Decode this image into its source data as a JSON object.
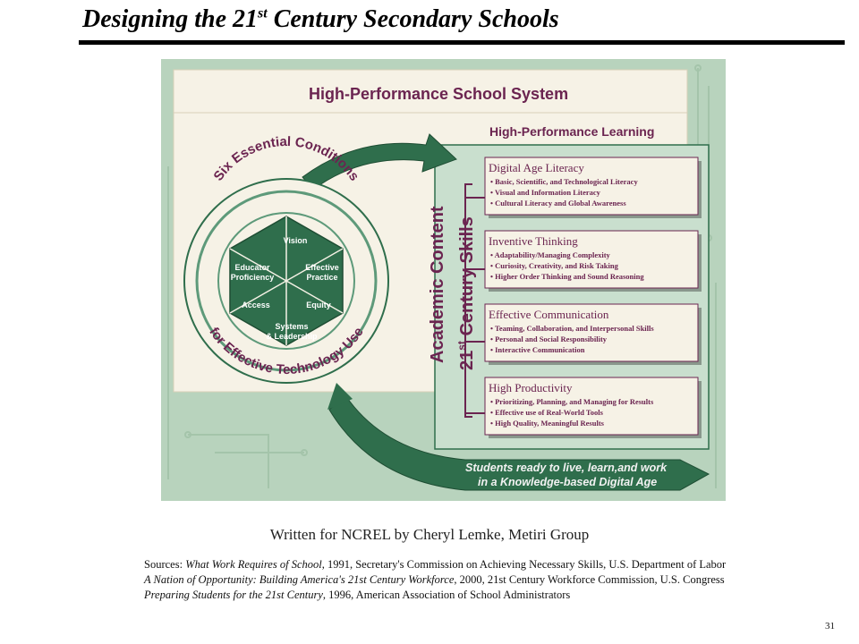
{
  "slide": {
    "title_main": "Designing the 21",
    "title_sup": "st",
    "title_rest": " Century Secondary Schools",
    "page_number": "31"
  },
  "diagram": {
    "system_title": "High-Performance School System",
    "learning_title": "High-Performance Learning",
    "ring_top": "Six Essential Conditions",
    "ring_bottom": "for Effective Technology Use",
    "hex": {
      "vision": "Vision",
      "practice_1": "Effective",
      "practice_2": "Practice",
      "equity": "Equity",
      "systems_1": "Systems",
      "systems_2": "& Leadership",
      "access": "Access",
      "educator_1": "Educator",
      "educator_2": "Proficiency"
    },
    "vertical_1": "Academic Content",
    "vertical_2_a": "21",
    "vertical_2_sup": "st",
    "vertical_2_b": " Century Skills",
    "skills": [
      {
        "title": "Digital Age Literacy",
        "items": [
          "• Basic, Scientific, and Technological Literacy",
          "• Visual and Information Literacy",
          "• Cultural Literacy and Global Awareness"
        ]
      },
      {
        "title": "Inventive Thinking",
        "items": [
          "• Adaptability/Managing Complexity",
          "• Curiosity, Creativity, and Risk Taking",
          "• Higher Order Thinking and Sound Reasoning"
        ]
      },
      {
        "title": "Effective Communication",
        "items": [
          "• Teaming, Collaboration, and Interpersonal Skills",
          "• Personal and Social Responsibility",
          "• Interactive Communication"
        ]
      },
      {
        "title": "High Productivity",
        "items": [
          "• Prioritizing, Planning, and Managing for Results",
          "• Effective use of Real-World Tools",
          "• High Quality, Meaningful Results"
        ]
      }
    ],
    "outcome_1": "Students ready to live, learn,and work",
    "outcome_2": "in a Knowledge-based Digital Age"
  },
  "credit": "Written for NCREL by Cheryl Lemke, Metiri Group",
  "sources": {
    "label": "Sources: ",
    "s1_title": "What Work Requires of School",
    "s1_rest": ", 1991, Secretary's Commission on Achieving Necessary Skills, U.S. Department of Labor",
    "s2_title": "A Nation of Opportunity: Building America's 21st Century Workforce",
    "s2_rest": ", 2000, 21st Century Workforce Commission, U.S. Congress",
    "s3_title": "Preparing Students for the 21st Century",
    "s3_rest": ", 1996, American Association of School Administrators"
  },
  "colors": {
    "maroon": "#6b2450",
    "green_dark": "#2f6e4c",
    "green_mid": "#5e9a7a",
    "green_light": "#c9dfce",
    "cream": "#f6f2e6",
    "circuit_bg": "#b8d3bd"
  }
}
